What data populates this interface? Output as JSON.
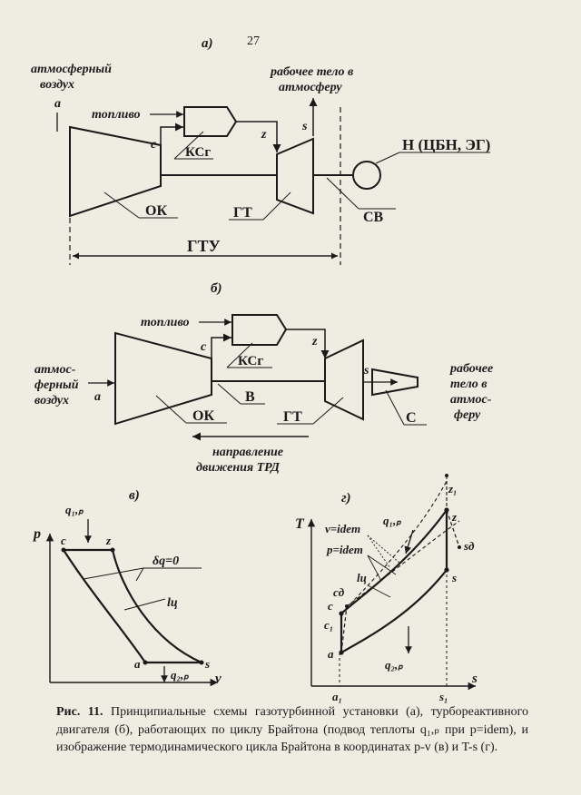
{
  "page_number": "27",
  "panels": {
    "a": {
      "label": "а)",
      "air_in_1": "атмосферный",
      "air_in_2": "воздух",
      "point_a": "a",
      "fuel": "топливо",
      "point_c": "c",
      "point_z": "z",
      "point_s": "s",
      "exhaust_1": "рабочее тело в",
      "exhaust_2": "атмосферу",
      "combustor": "КСг",
      "load": "Н (ЦБН, ЭГ)",
      "compressor": "ОК",
      "turbine": "ГТ",
      "shaft": "СВ",
      "unit": "ГТУ"
    },
    "b": {
      "label": "б)",
      "fuel": "топливо",
      "point_c": "c",
      "point_z": "z",
      "combustor": "КСг",
      "air_1": "атмос-",
      "air_2": "ферный",
      "air_3": "воздух",
      "point_a": "a",
      "point_s": "s",
      "out_1": "рабочее",
      "out_2": "тело в",
      "out_3": "атмос-",
      "out_4": "феру",
      "shaft": "В",
      "compressor": "ОК",
      "turbine": "ГТ",
      "nozzle": "С",
      "direction_1": "направление",
      "direction_2": "движения ТРД"
    },
    "v": {
      "label": "в)",
      "axis_y": "p",
      "axis_x": "v",
      "heat_in": "q₁,ₚ",
      "heat_out": "q₂,ₚ",
      "pt_c": "c",
      "pt_z": "z",
      "pt_a": "a",
      "pt_s": "s",
      "adiabatic": "δq=0",
      "work": "lц"
    },
    "g": {
      "label": "г)",
      "axis_y": "T",
      "axis_x": "s",
      "pt_z1": "z₁",
      "pt_z": "z",
      "pt_sd": "sд",
      "pt_s": "s",
      "pt_cd": "cд",
      "pt_c": "c",
      "pt_c1": "c₁",
      "pt_a": "a",
      "v_idem": "v=idem",
      "p_idem": "p=idem",
      "heat_in": "q₁,ₚ",
      "heat_out": "q₂,ₚ",
      "work": "lц",
      "tick_a1": "a₁",
      "tick_s1": "s₁"
    }
  },
  "caption": {
    "label": "Рис. 11.",
    "text": " Принципиальные схемы газотурбинной установки (а), турбореактивного двигателя (б), работающих по циклу Брайтона (подвод теплоты q₁,ₚ при p=idem), и изображение термодинамического цикла Брайтона в координатах p-v (в) и T-s (г)."
  }
}
